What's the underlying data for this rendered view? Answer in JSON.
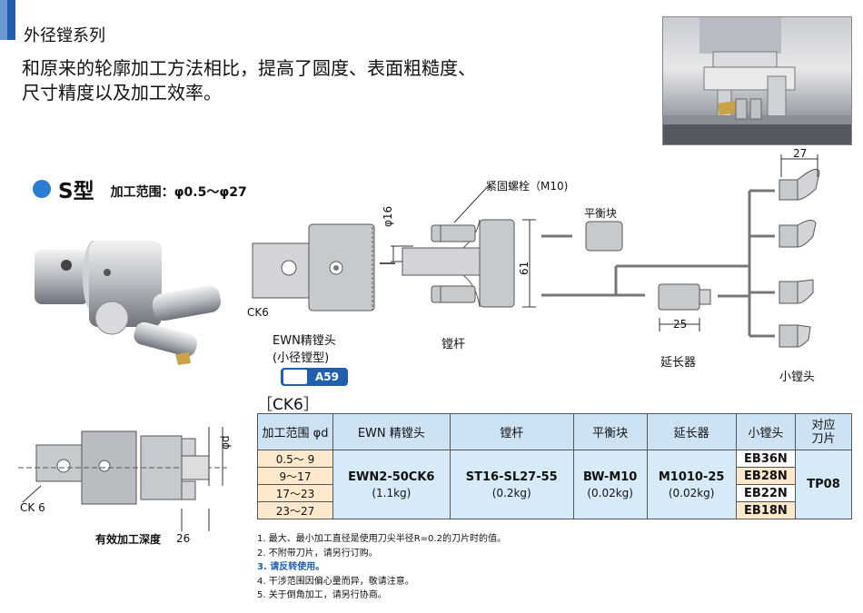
{
  "header": {
    "section_title": "外径镗系列",
    "intro_line1": "和原来的轮廓加工方法相比，提高了圆度、表面粗糙度、",
    "intro_line2": "尺寸精度以及加工效率。"
  },
  "type": {
    "name": "S型",
    "range": "加工范围：φ0.5〜φ27"
  },
  "diagram": {
    "bolt_label": "紧固螺栓（M10)",
    "dim_phi16": "φ16",
    "dim_61": "61",
    "ck6_label": "CK6",
    "head_label_1": "EWN精镗头",
    "head_label_2": "(小径镗型)",
    "bar_label": "镗杆",
    "balance_label": "平衡块",
    "dim_25": "25",
    "extender_label": "延长器",
    "dim_27": "27",
    "small_head_label": "小镗头",
    "ref_badge": "A59"
  },
  "side": {
    "ck6_label": "CK 6",
    "phi_d": "φd",
    "depth_label": "有效加工深度",
    "depth_value": "26"
  },
  "table": {
    "title": "［CK6］",
    "headers": [
      "加工范围 φd",
      "EWN 精镗头",
      "镗杆",
      "平衡块",
      "延长器",
      "小镗头",
      "对应刀片"
    ],
    "ranges": [
      "0.5〜  9",
      "9〜17",
      "17〜23",
      "23〜27"
    ],
    "head_model": "EWN2-50CK6",
    "head_weight": "(1.1kg)",
    "bar_model": "ST16-SL27-55",
    "bar_weight": "(0.2kg)",
    "balance_model": "BW-M10",
    "balance_weight": "(0.02kg)",
    "extender_model": "M1010-25",
    "extender_weight": "(0.02kg)",
    "small_heads": [
      "EB36N",
      "EB28N",
      "EB22N",
      "EB18N"
    ],
    "insert": "TP08"
  },
  "notes": [
    "1. 最大、最小加工直径是使用刀尖半径R=0.2的刀片时的值。",
    "2. 不附带刀片，请另行订购。",
    "3. 请反转使用。",
    "4. 干涉范围因偏心量而异，敬请注意。",
    "5. 关于倒角加工，请另行协商。"
  ],
  "colors": {
    "accent": "#1f5fae",
    "header_cell": "#cde3f4",
    "range_cell": "#fde8cc",
    "model_cell": "#d6ebf7"
  }
}
